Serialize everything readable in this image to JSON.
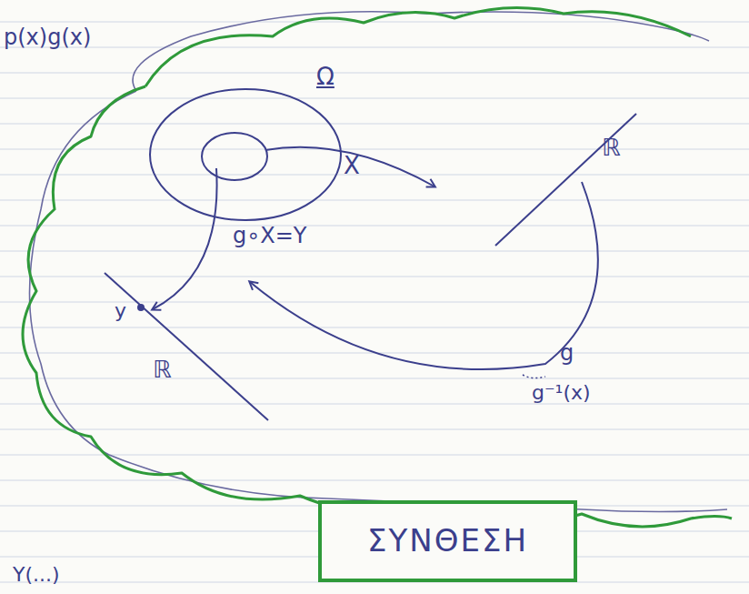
{
  "diagram": {
    "nodes": [
      {
        "text": [
          "Ω"
        ]
      },
      {
        "text": [
          "ΣΥΝΘΕΣΗ"
        ]
      }
    ],
    "labels": [
      "p(x)g(x)",
      "X",
      "ℝ",
      "g∘X=Y",
      "y",
      "ℝ",
      "g",
      "g⁻¹(x)",
      "Y(...)"
    ]
  }
}
